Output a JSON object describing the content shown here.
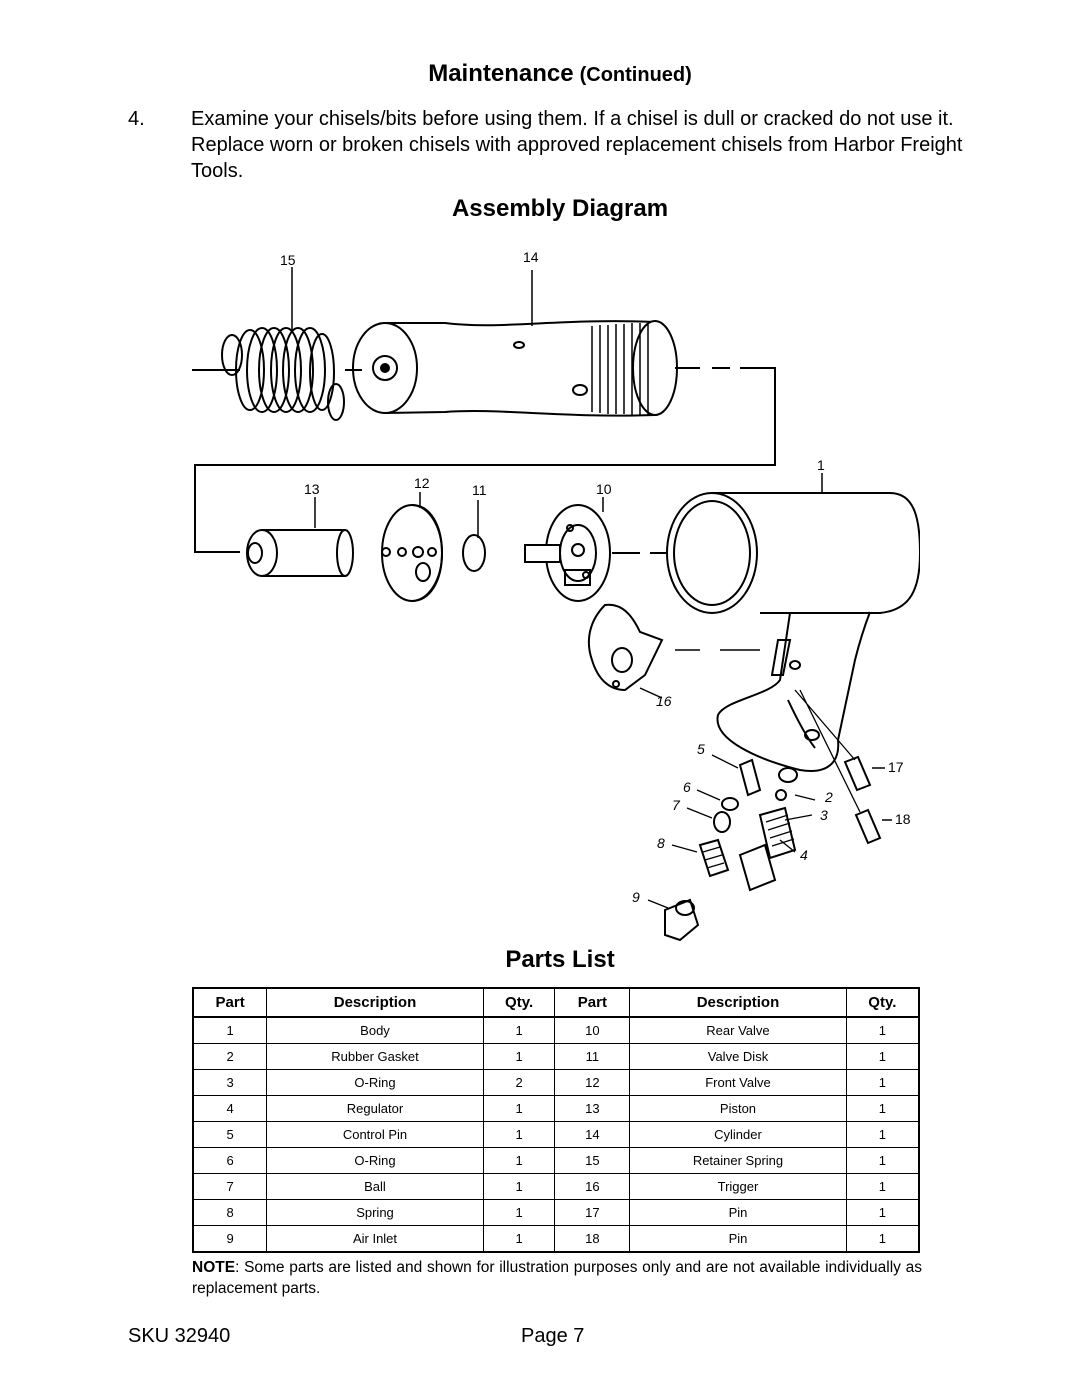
{
  "maintenance": {
    "title": "Maintenance",
    "subtitle": "(Continued)",
    "step_number": "4.",
    "step_text": "Examine your chisels/bits before using them.  If a chisel is dull or cracked do not use it.  Replace worn or broken chisels with approved replacement chisels from Harbor Freight Tools."
  },
  "assembly": {
    "title": "Assembly  Diagram",
    "callouts": {
      "c1": "1",
      "c2": "2",
      "c3": "3",
      "c4": "4",
      "c5": "5",
      "c6": "6",
      "c7": "7",
      "c8": "8",
      "c9": "9",
      "c10": "10",
      "c11": "11",
      "c12": "12",
      "c13": "13",
      "c14": "14",
      "c15": "15",
      "c16": "16",
      "c17": "17",
      "c18": "18"
    }
  },
  "parts_list": {
    "title": "Parts List",
    "headers": {
      "part": "Part",
      "description": "Description",
      "qty": "Qty."
    },
    "rows": [
      {
        "p1": "1",
        "d1": "Body",
        "q1": "1",
        "p2": "10",
        "d2": "Rear Valve",
        "q2": "1"
      },
      {
        "p1": "2",
        "d1": "Rubber Gasket",
        "q1": "1",
        "p2": "11",
        "d2": "Valve Disk",
        "q2": "1"
      },
      {
        "p1": "3",
        "d1": "O-Ring",
        "q1": "2",
        "p2": "12",
        "d2": "Front Valve",
        "q2": "1"
      },
      {
        "p1": "4",
        "d1": "Regulator",
        "q1": "1",
        "p2": "13",
        "d2": "Piston",
        "q2": "1"
      },
      {
        "p1": "5",
        "d1": "Control Pin",
        "q1": "1",
        "p2": "14",
        "d2": "Cylinder",
        "q2": "1"
      },
      {
        "p1": "6",
        "d1": "O-Ring",
        "q1": "1",
        "p2": "15",
        "d2": "Retainer Spring",
        "q2": "1"
      },
      {
        "p1": "7",
        "d1": "Ball",
        "q1": "1",
        "p2": "16",
        "d2": "Trigger",
        "q2": "1"
      },
      {
        "p1": "8",
        "d1": "Spring",
        "q1": "1",
        "p2": "17",
        "d2": "Pin",
        "q2": "1"
      },
      {
        "p1": "9",
        "d1": "Air Inlet",
        "q1": "1",
        "p2": "18",
        "d2": "Pin",
        "q2": "1"
      }
    ]
  },
  "note": {
    "label": "NOTE",
    "text": ": Some parts are listed and shown for illustration purposes only and are not available individually as replacement parts."
  },
  "footer": {
    "sku": "SKU  32940",
    "page": "Page 7"
  }
}
